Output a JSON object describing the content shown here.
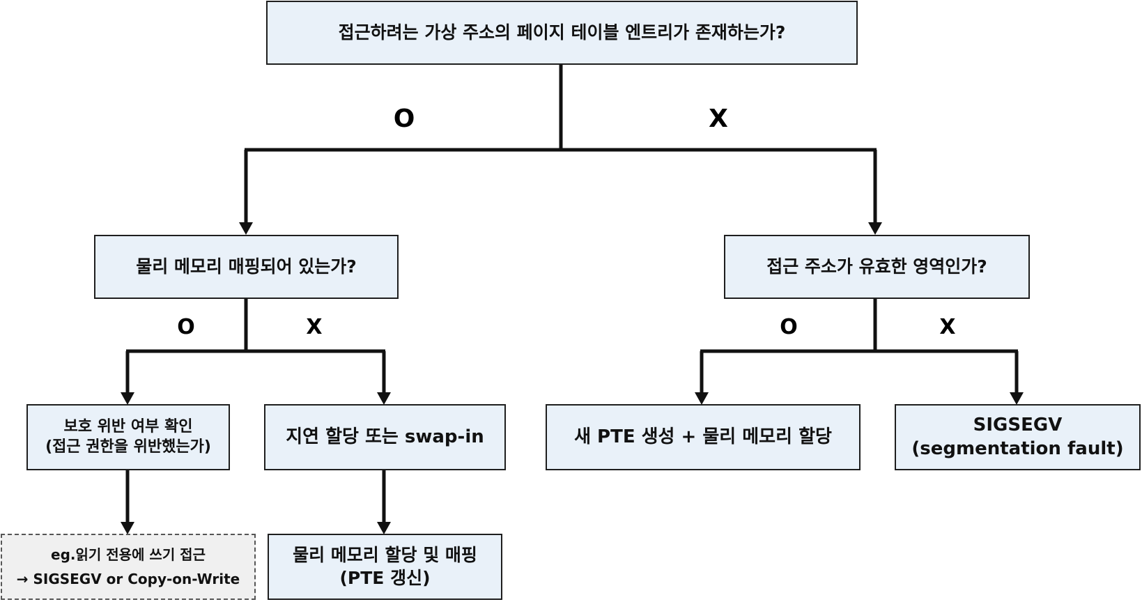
{
  "nodes": {
    "root": {
      "text": "접근하려는 가상 주소의 페이지 테이블 엔트리가 존재하는가?"
    },
    "mapped_q": {
      "text": "물리 메모리 매핑되어 있는가?"
    },
    "valid_q": {
      "text": "접근 주소가 유효한 영역인가?"
    },
    "protection_check": {
      "line1": "보호 위반 여부 확인",
      "line2": "(접근 권한을 위반했는가)"
    },
    "lazy_alloc": {
      "text": "지연 할당 또는 swap-in"
    },
    "new_pte": {
      "text": "새 PTE 생성 + 물리 메모리 할당"
    },
    "sigsegv": {
      "line1": "SIGSEGV",
      "line2": "(segmentation fault)"
    },
    "example_note": {
      "line1": "eg.읽기 전용에 쓰기 접근",
      "line2": "→ SIGSEGV or Copy-on-Write"
    },
    "alloc_map": {
      "line1": "물리 메모리 할당 및 매핑",
      "line2": "(PTE 갱신)"
    }
  },
  "branch_labels": {
    "root_yes": "O",
    "root_no": "X",
    "mapped_yes": "O",
    "mapped_no": "X",
    "valid_yes": "O",
    "valid_no": "X"
  },
  "colors": {
    "box_fill": "#e9f1f9",
    "note_fill": "#f0f0f0",
    "stroke": "#1e1e1e"
  }
}
